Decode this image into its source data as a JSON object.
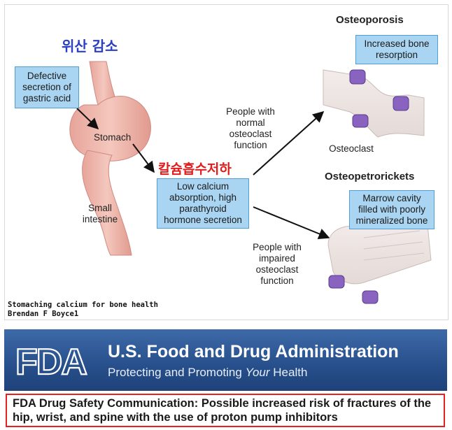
{
  "diagram": {
    "korean_top": "위산 감소",
    "korean_mid": "칼슘흡수저하",
    "box_defective": "Defective secretion of gastric acid",
    "label_stomach": "Stomach",
    "label_small_intestine": "Small intestine",
    "box_low_calcium": "Low calcium absorption, high parathyroid hormone secretion",
    "label_normal": "People with normal osteoclast function",
    "label_impaired": "People with impaired osteoclast function",
    "heading_osteoporosis": "Osteoporosis",
    "box_resorption": "Increased bone resorption",
    "label_osteoclast": "Osteoclast",
    "heading_osteopetrorickets": "Osteopetrorickets",
    "box_marrow": "Marrow cavity filled with poorly mineralized bone",
    "credit_line1": "Stomaching calcium for bone health",
    "credit_line2": "Brendan F Boyce1"
  },
  "fda": {
    "logo_text": "FDA",
    "title": "U.S. Food and Drug Administration",
    "tagline_before": "Protecting and Promoting ",
    "tagline_em": "Your",
    "tagline_after": " Health"
  },
  "notice": {
    "text": "FDA Drug Safety Communication: Possible increased risk of fractures of the hip, wrist, and spine with the use of proton pump inhibitors"
  },
  "colors": {
    "box_fill": "#a9d4f2",
    "box_border": "#4f9fd6",
    "korean_blue": "#2a3fc4",
    "korean_red": "#e11d1d",
    "banner_blue": "#274f8b",
    "notice_border": "#e32222",
    "osteoclast_purple": "#8a62c0"
  }
}
